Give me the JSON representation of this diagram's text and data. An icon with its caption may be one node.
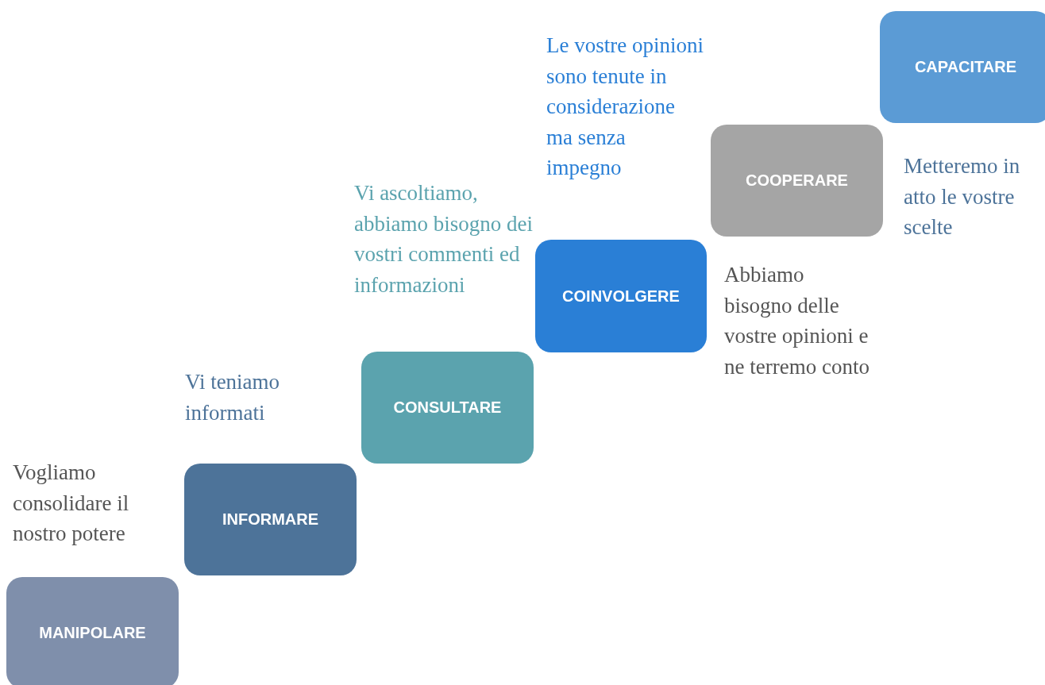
{
  "diagram": {
    "nodes": [
      {
        "text": [
          "MANIPOLARE"
        ]
      },
      {
        "text": [
          "INFORMARE"
        ]
      },
      {
        "text": [
          "CONSULTARE"
        ]
      },
      {
        "text": [
          "COINVOLGERE"
        ]
      },
      {
        "text": [
          "COOPERARE"
        ]
      },
      {
        "text": [
          "CAPACITARE"
        ]
      }
    ],
    "labels": [
      "Le vostre opinioni sono tenute in considerazione ma senza impegno",
      "Metteremo in atto le vostre scelte",
      "Vi ascoltiamo, abbiamo bisogno dei vostri commenti ed informazioni",
      "Abbiamo bisogno delle vostre opinioni e ne terremo conto",
      "Vi teniamo informati",
      "Vogliamo consolidare il nostro potere"
    ]
  }
}
